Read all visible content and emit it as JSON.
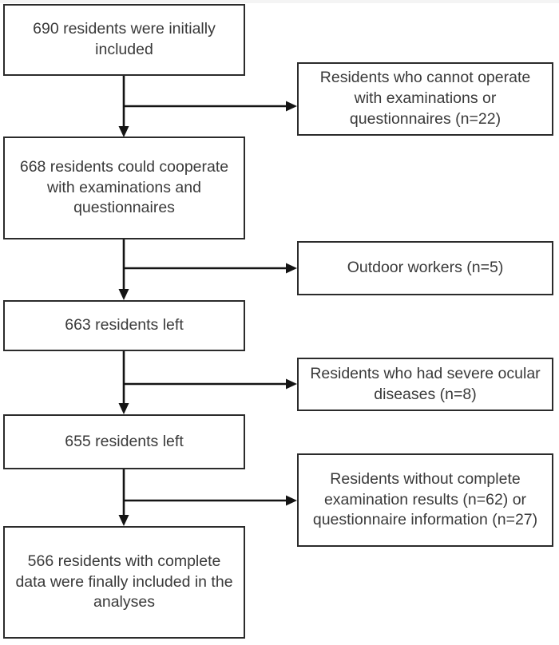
{
  "diagram": {
    "type": "flowchart",
    "title": "Participant selection flow diagram",
    "orientation": "vertical-with-exclusions",
    "colors": {
      "box_border": "#2b2b2b",
      "box_fill": "#ffffff",
      "text": "#3a3a3a",
      "connector": "#141414",
      "page_background": "#ffffff"
    },
    "main_nodes": [
      {
        "id": "n1",
        "text": "690 residents were initially included",
        "count": 690
      },
      {
        "id": "n2",
        "text": "668 residents could cooperate with examinations and questionnaires",
        "count": 668
      },
      {
        "id": "n3",
        "text": "663 residents left",
        "count": 663
      },
      {
        "id": "n4",
        "text": "655 residents left",
        "count": 655
      },
      {
        "id": "n5",
        "text": "566 residents with complete data  were finally included in the analyses",
        "count": 566
      }
    ],
    "exclusion_nodes": [
      {
        "id": "e1",
        "text": "Residents who cannot operate with examinations or questionnaires (n=22)",
        "n": 22
      },
      {
        "id": "e2",
        "text": "Outdoor workers (n=5)",
        "n": 5
      },
      {
        "id": "e3",
        "text": "Residents who had severe ocular diseases (n=8)",
        "n": 8
      },
      {
        "id": "e4",
        "text": "Residents without complete examination results (n=62) or questionnaire information (n=27)",
        "n": [
          62,
          27
        ]
      }
    ],
    "edges": [
      {
        "from": "n1",
        "to": "n2",
        "kind": "down-arrow"
      },
      {
        "from": "n1",
        "to": "e1",
        "kind": "branch-right-arrow"
      },
      {
        "from": "n2",
        "to": "n3",
        "kind": "down-arrow"
      },
      {
        "from": "n2",
        "to": "e2",
        "kind": "branch-right-arrow"
      },
      {
        "from": "n3",
        "to": "n4",
        "kind": "down-arrow"
      },
      {
        "from": "n3",
        "to": "e3",
        "kind": "branch-right-arrow"
      },
      {
        "from": "n4",
        "to": "n5",
        "kind": "down-arrow"
      },
      {
        "from": "n4",
        "to": "e4",
        "kind": "branch-right-arrow"
      }
    ]
  }
}
